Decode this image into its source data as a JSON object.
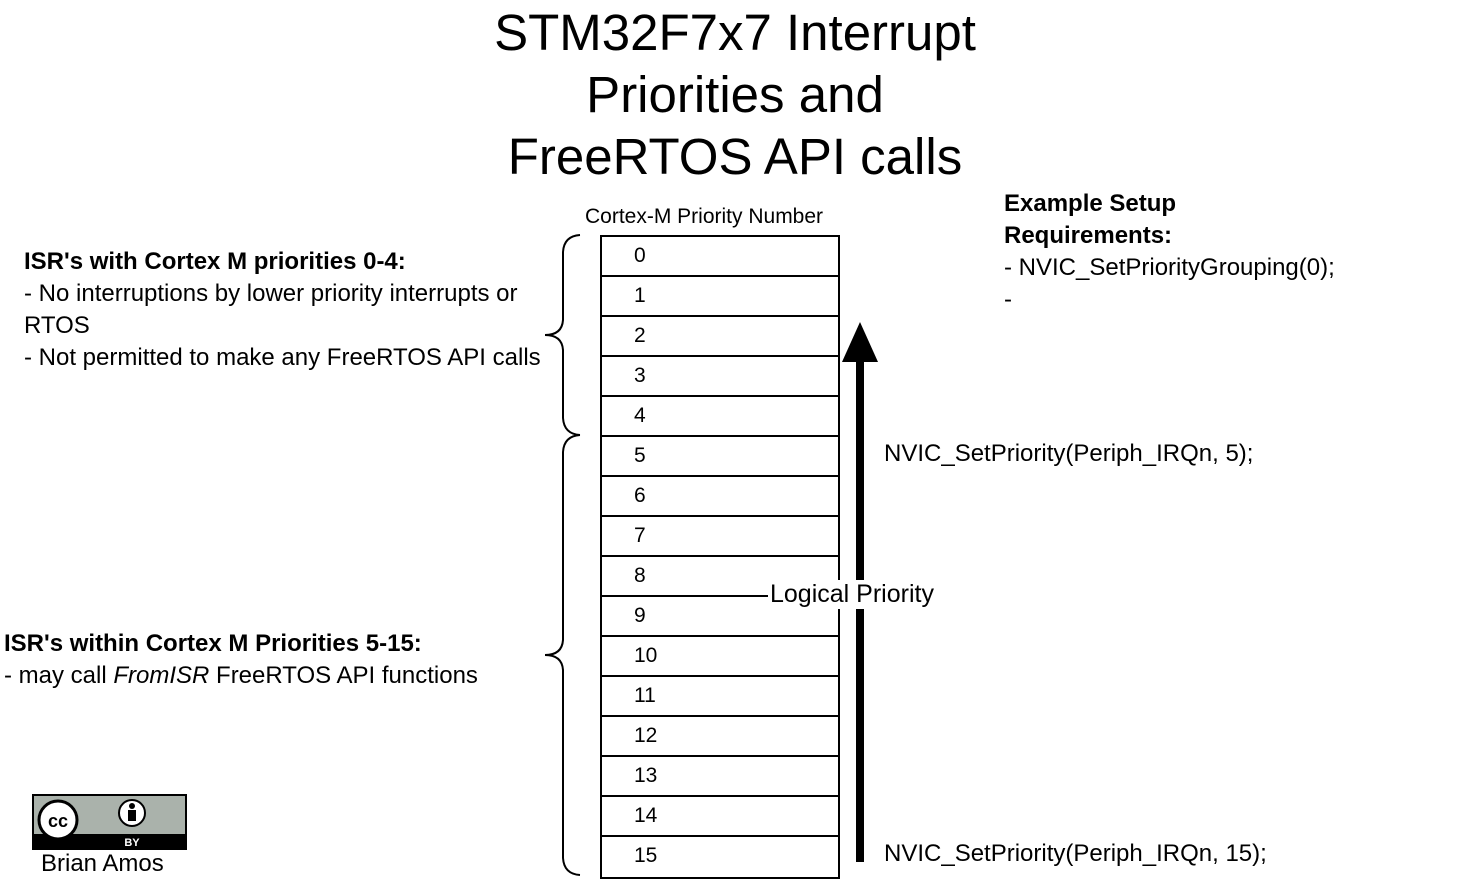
{
  "title": {
    "line1": "STM32F7x7 Interrupt",
    "line2": "Priorities and",
    "line3": "FreeRTOS API calls"
  },
  "column_header": "Cortex-M Priority Number",
  "priorities": [
    "0",
    "1",
    "2",
    "3",
    "4",
    "5",
    "6",
    "7",
    "8",
    "9",
    "10",
    "11",
    "12",
    "13",
    "14",
    "15"
  ],
  "group1": {
    "heading": "ISR's with Cortex M priorities 0-4:",
    "line1": "- No interruptions by lower priority interrupts or RTOS",
    "line2": "- Not permitted to make  any FreeRTOS API calls"
  },
  "group2": {
    "heading": "ISR's within Cortex M Priorities 5-15:",
    "line1_prefix": "- may call ",
    "line1_em": "FromISR",
    "line1_suffix": " FreeRTOS API functions"
  },
  "setup": {
    "heading_line1": "Example Setup",
    "heading_line2": "Requirements:",
    "item1": "- NVIC_SetPriorityGrouping(0);",
    "item2": "-"
  },
  "calls": {
    "high": "NVIC_SetPriority(Periph_IRQn, 5);",
    "low": "NVIC_SetPriority(Periph_IRQn, 15);"
  },
  "arrow_label": "Logical Priority",
  "license": {
    "badge_text": "BY",
    "author": "Brian Amos"
  },
  "colors": {
    "badge_bg": "#aab2ab",
    "line": "#000000"
  }
}
